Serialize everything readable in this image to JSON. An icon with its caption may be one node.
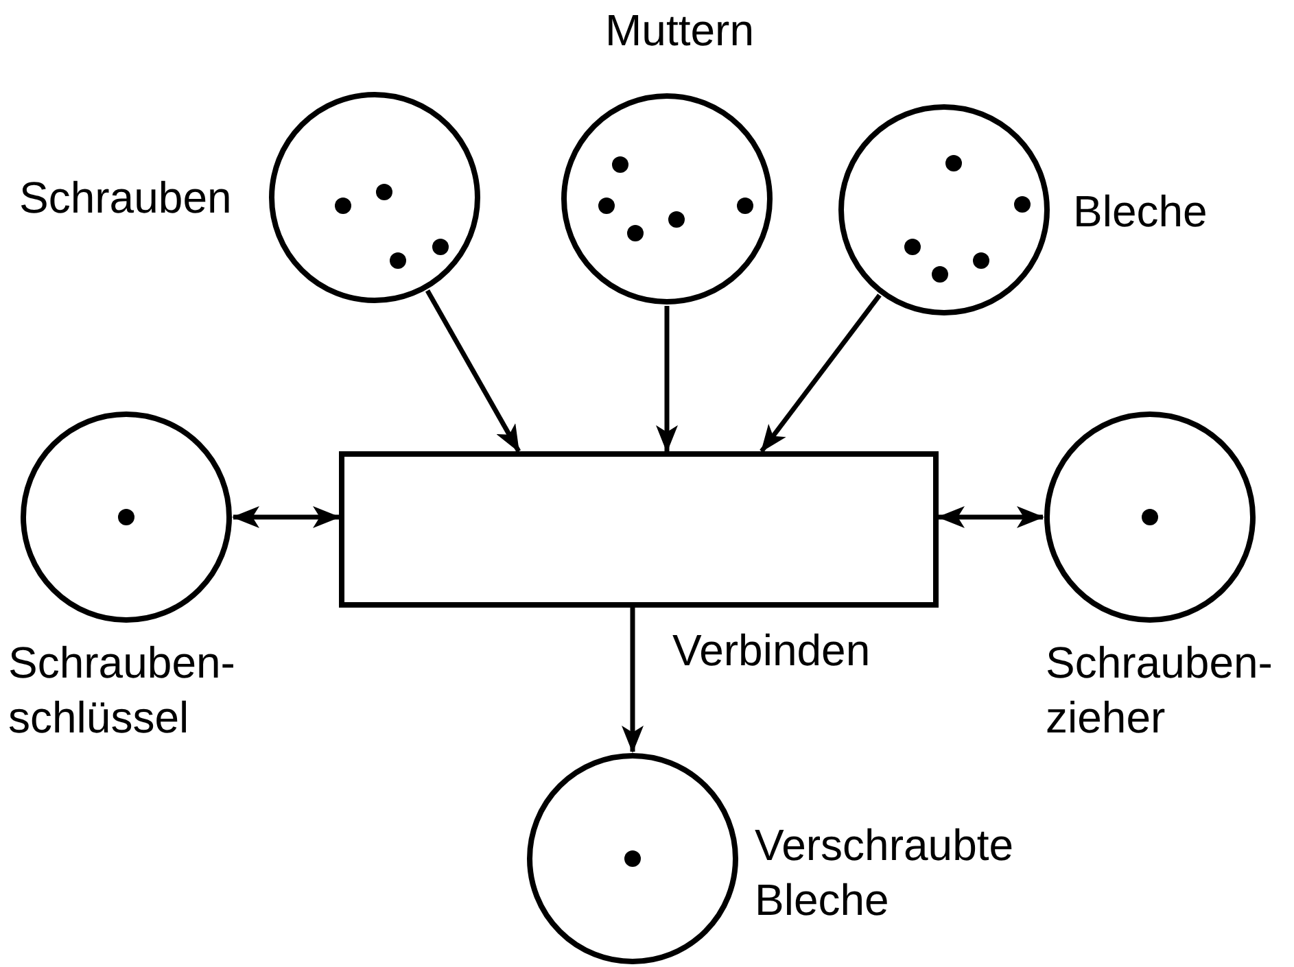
{
  "diagram": {
    "nodes": [
      {
        "text": [
          "Schrauben"
        ]
      },
      {
        "text": [
          "Muttern"
        ]
      },
      {
        "text": [
          "Bleche"
        ]
      },
      {
        "text": [
          "Schrauben- schlüssel"
        ]
      },
      {
        "text": [
          "Verbinden"
        ]
      },
      {
        "text": [
          "Schrauben- zieher"
        ]
      },
      {
        "text": [
          "Verschraubte Bleche"
        ]
      }
    ],
    "edges": [
      {
        "from": 0,
        "to": 4,
        "arrow": "to"
      },
      {
        "from": 1,
        "to": 4,
        "arrow": "to"
      },
      {
        "from": 2,
        "to": 4,
        "arrow": "to"
      },
      {
        "from": 3,
        "to": 4,
        "arrow": "both"
      },
      {
        "from": 5,
        "to": 4,
        "arrow": "both"
      },
      {
        "from": 4,
        "to": 6,
        "arrow": "to"
      }
    ]
  }
}
